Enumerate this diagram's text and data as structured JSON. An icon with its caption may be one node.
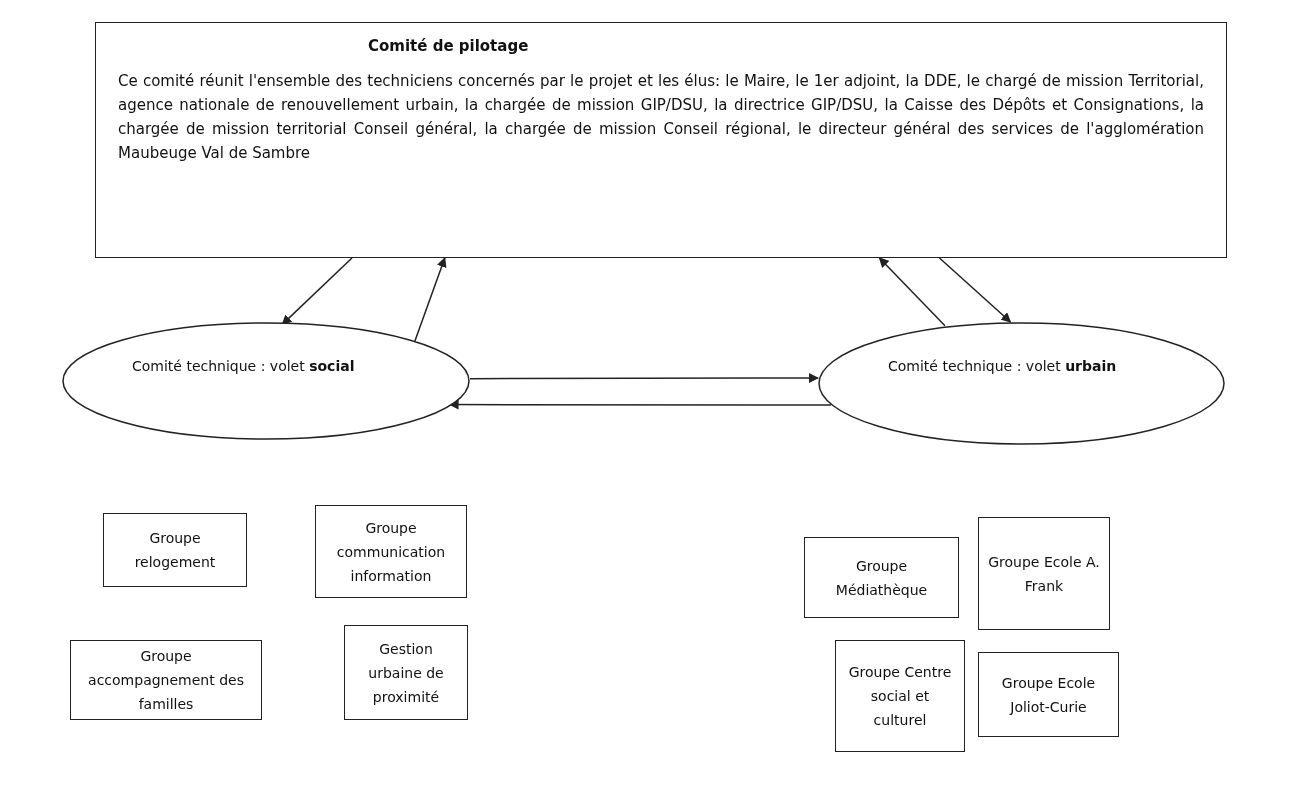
{
  "diagram": {
    "nodes": [
      {
        "text": [
          "Comité de pilotage",
          "Ce comité réunit l'ensemble des techniciens concernés par le projet et les élus: le Maire, le 1er adjoint, la DDE, le chargé de mission Territorial, agence nationale de renouvellement urbain, la chargée de mission GIP/DSU, la directrice GIP/DSU, la Caisse des Dépôts et Consignations, la chargée de mission territorial Conseil général, la chargée de mission Conseil régional, le directeur général des services de l'agglomération Maubeuge Val de Sambre"
        ]
      },
      {
        "text": [
          "Comité technique : volet **social**"
        ]
      },
      {
        "text": [
          "Comité technique : volet **urbain**"
        ]
      },
      {
        "text": [
          "Groupe relogement"
        ]
      },
      {
        "text": [
          "Groupe communication information"
        ]
      },
      {
        "text": [
          "Groupe Médiathèque"
        ]
      },
      {
        "text": [
          "Groupe Ecole A. Frank"
        ]
      },
      {
        "text": [
          "Groupe accompagnement des familles"
        ]
      },
      {
        "text": [
          "Gestion urbaine de proximité"
        ]
      },
      {
        "text": [
          "Groupe Centre social et culturel"
        ]
      },
      {
        "text": [
          "Groupe Ecole Joliot-Curie"
        ]
      }
    ],
    "edges": [
      {
        "from": 0,
        "to": 1,
        "arrow": "to"
      },
      {
        "from": 1,
        "to": 0,
        "arrow": "to"
      },
      {
        "from": 2,
        "to": 0,
        "arrow": "to"
      },
      {
        "from": 0,
        "to": 2,
        "arrow": "to"
      },
      {
        "from": 1,
        "to": 2,
        "arrow": "to"
      },
      {
        "from": 2,
        "to": 1,
        "arrow": "to"
      }
    ]
  }
}
